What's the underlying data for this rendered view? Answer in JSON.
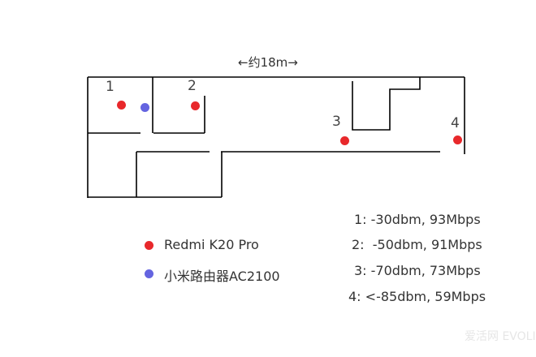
{
  "scale_label": "←约18m→",
  "points": [
    {
      "label": "1"
    },
    {
      "label": "2"
    },
    {
      "label": "3"
    },
    {
      "label": "4"
    }
  ],
  "legend": [
    {
      "label": "Redmi K20 Pro",
      "color": "#e8282b"
    },
    {
      "label": "小米路由器AC2100",
      "color": "#6464e0"
    }
  ],
  "results": [
    "1: -30dbm, 93Mbps",
    "2:  -50dbm, 91Mbps",
    "3: -70dbm, 73Mbps",
    "4: <-85dbm, 59Mbps"
  ],
  "watermark": "爱活网 EVOLIFE.CN"
}
